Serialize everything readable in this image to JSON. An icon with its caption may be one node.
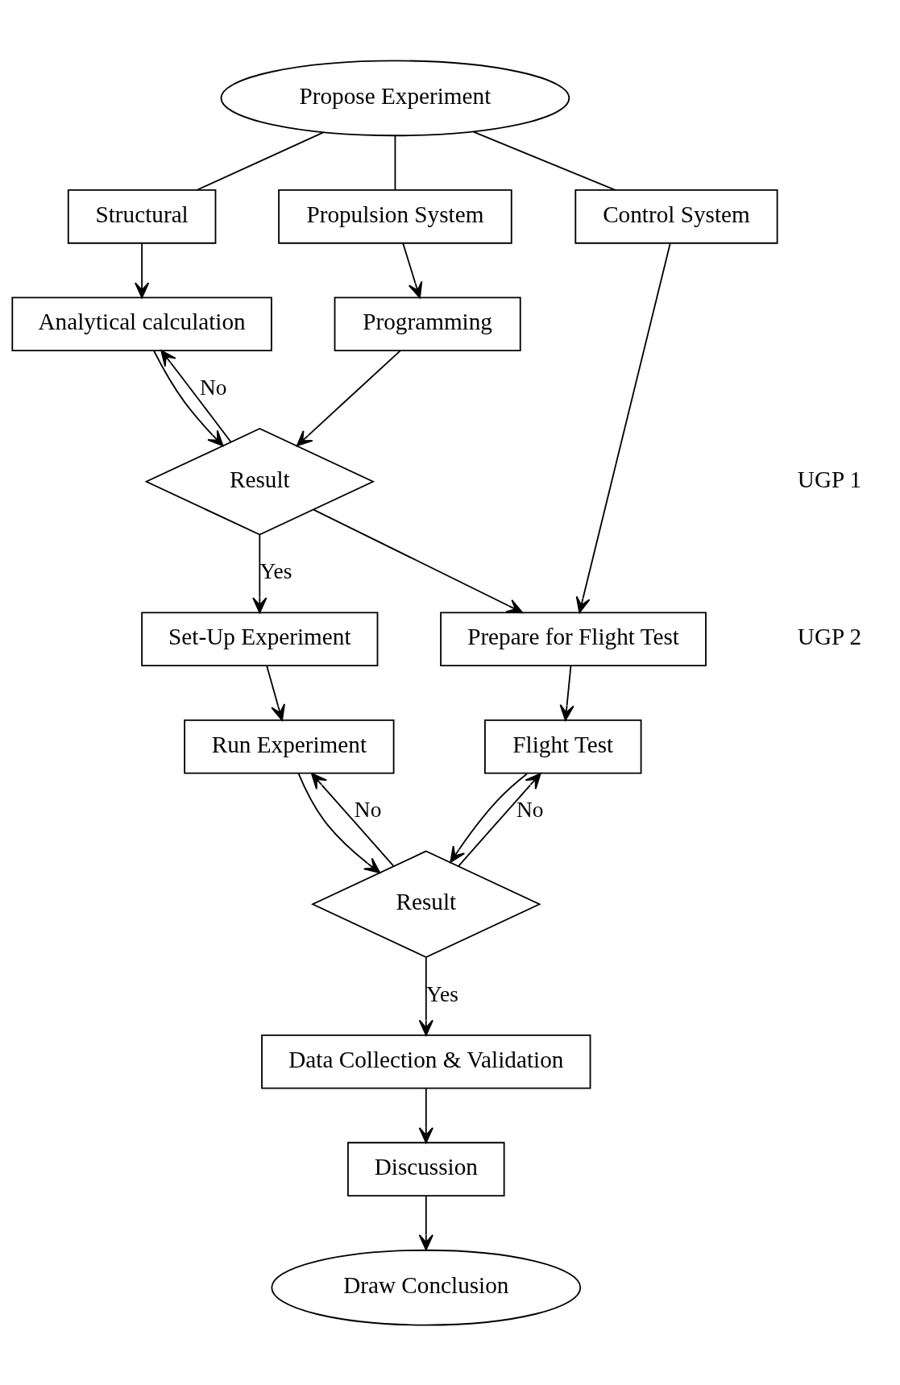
{
  "diagram": {
    "nodes": [
      {
        "text": [
          "Propose Experiment"
        ]
      },
      {
        "text": [
          "Structural"
        ]
      },
      {
        "text": [
          "Propulsion System"
        ]
      },
      {
        "text": [
          "Control System"
        ]
      },
      {
        "text": [
          "Analytical calculation"
        ]
      },
      {
        "text": [
          "Programming"
        ]
      },
      {
        "text": [
          "Result"
        ]
      },
      {
        "text": [
          "Set-Up Experiment"
        ]
      },
      {
        "text": [
          "Prepare for Flight Test"
        ]
      },
      {
        "text": [
          "Run Experiment"
        ]
      },
      {
        "text": [
          "Flight Test"
        ]
      },
      {
        "text": [
          "Result"
        ]
      },
      {
        "text": [
          "Data Collection & Validation"
        ]
      },
      {
        "text": [
          "Discussion"
        ]
      },
      {
        "text": [
          "Draw Conclusion"
        ]
      }
    ],
    "edges": [
      {
        "from": 0,
        "to": 1,
        "arrow": "none"
      },
      {
        "from": 0,
        "to": 2,
        "arrow": "none"
      },
      {
        "from": 0,
        "to": 3,
        "arrow": "none"
      },
      {
        "from": 1,
        "to": 4,
        "arrow": "to"
      },
      {
        "from": 2,
        "to": 5,
        "arrow": "to"
      },
      {
        "from": 4,
        "to": 6,
        "arrow": "to"
      },
      {
        "from": 5,
        "to": 6,
        "arrow": "to"
      },
      {
        "from": 6,
        "to": 4,
        "arrow": "to",
        "label": "No"
      },
      {
        "from": 6,
        "to": 7,
        "arrow": "to",
        "label": "Yes"
      },
      {
        "from": 6,
        "to": 8,
        "arrow": "to"
      },
      {
        "from": 3,
        "to": 8,
        "arrow": "to"
      },
      {
        "from": 7,
        "to": 9,
        "arrow": "to"
      },
      {
        "from": 8,
        "to": 10,
        "arrow": "to"
      },
      {
        "from": 9,
        "to": 11,
        "arrow": "to"
      },
      {
        "from": 10,
        "to": 11,
        "arrow": "to"
      },
      {
        "from": 11,
        "to": 9,
        "arrow": "to",
        "label": "No"
      },
      {
        "from": 11,
        "to": 10,
        "arrow": "to",
        "label": "No"
      },
      {
        "from": 11,
        "to": 12,
        "arrow": "to",
        "label": "Yes"
      },
      {
        "from": 12,
        "to": 13,
        "arrow": "to"
      },
      {
        "from": 13,
        "to": 14,
        "arrow": "to"
      }
    ],
    "labels": [
      "UGP 1",
      "UGP 2"
    ]
  }
}
